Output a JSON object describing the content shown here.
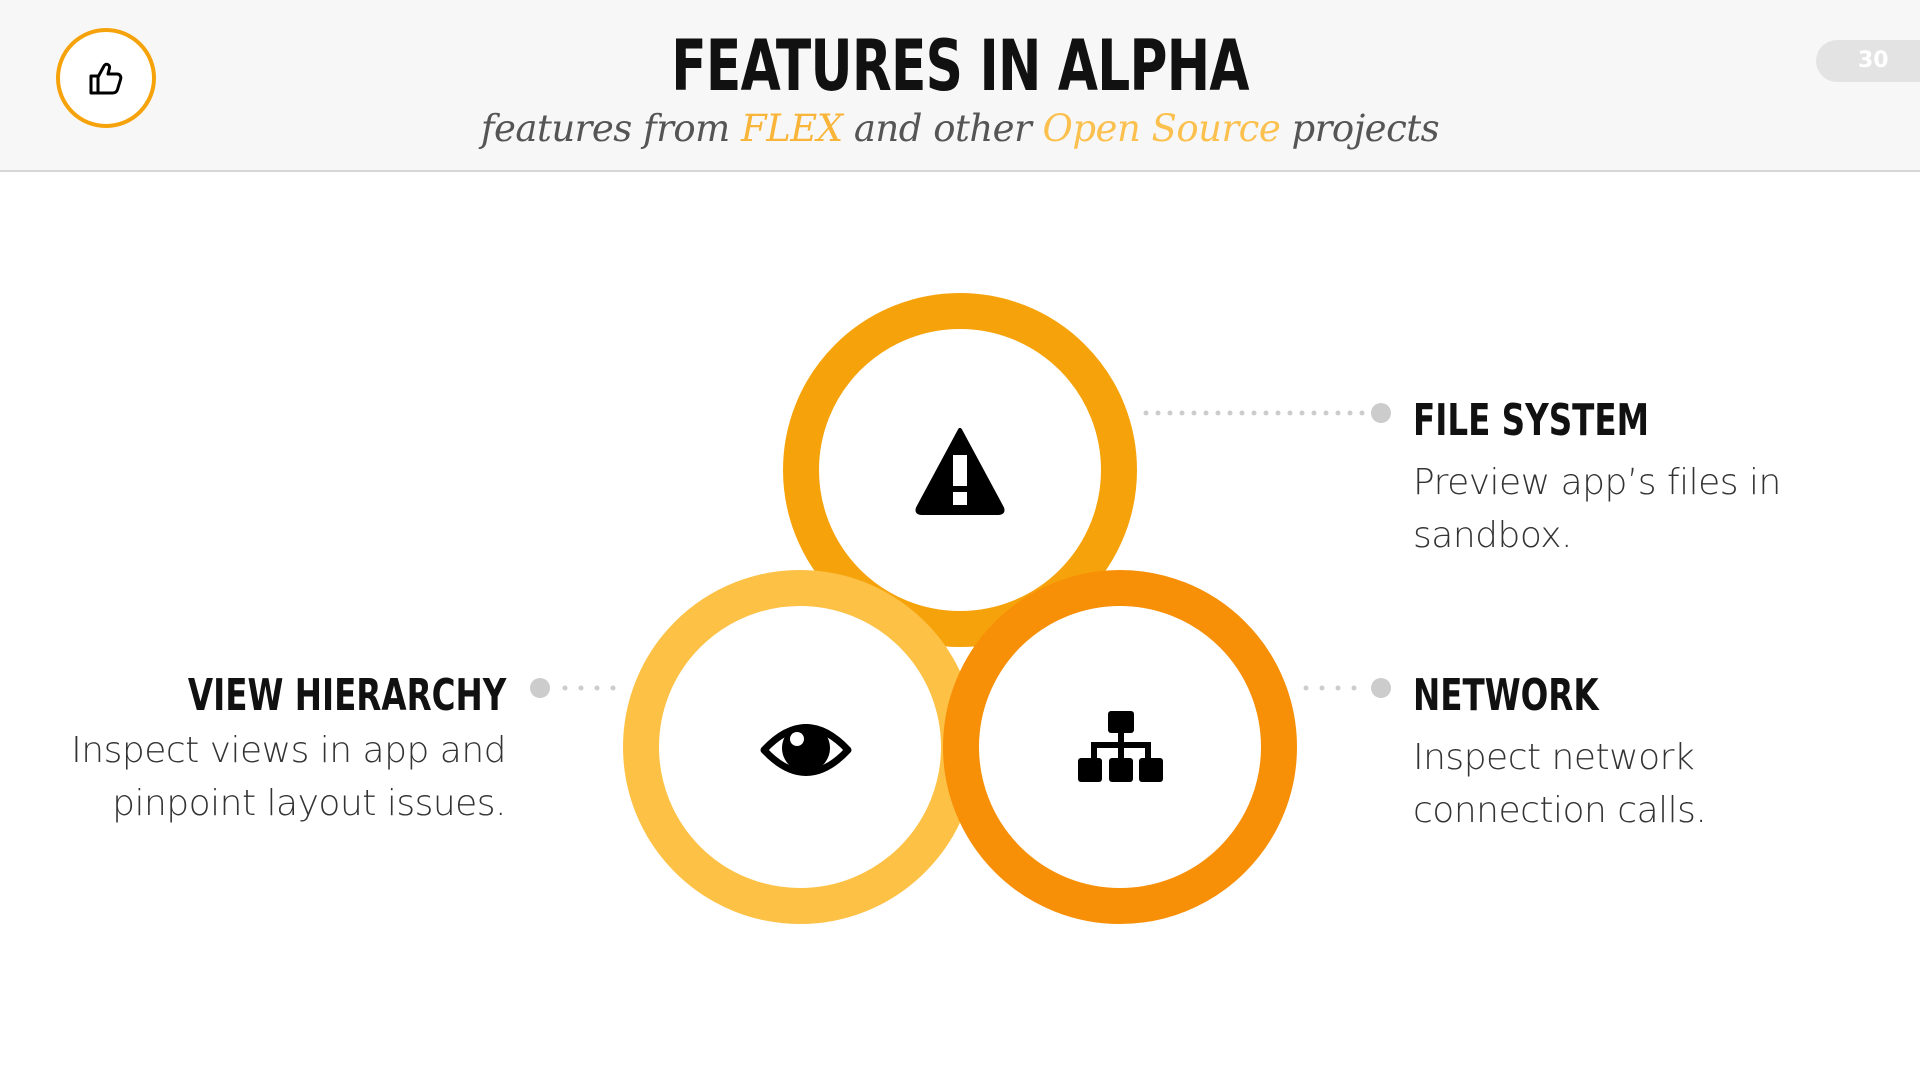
{
  "slide": {
    "title": "FEATURES IN ALPHA",
    "subtitle": {
      "part1": "features from ",
      "highlight1": "FLEX",
      "part2": " and other ",
      "highlight2": "Open Source",
      "part3": " projects"
    },
    "page_number": "30",
    "logo_icon": "thumbs-up-icon"
  },
  "colors": {
    "circle_top": "#f6a30b",
    "circle_left": "#fdc146",
    "circle_right": "#f78f07",
    "connector": "#cccccc"
  },
  "features": {
    "file_system": {
      "title": "FILE SYSTEM",
      "desc_line1": "Preview app’s files in",
      "desc_line2": "sandbox.",
      "icon": "warning-icon"
    },
    "view_hierarchy": {
      "title": "VIEW HIERARCHY",
      "desc_line1": "Inspect views in app and",
      "desc_line2": "pinpoint layout issues.",
      "icon": "eye-icon"
    },
    "network": {
      "title": "NETWORK",
      "desc_line1": "Inspect network",
      "desc_line2": "connection calls.",
      "icon": "sitemap-icon"
    }
  }
}
